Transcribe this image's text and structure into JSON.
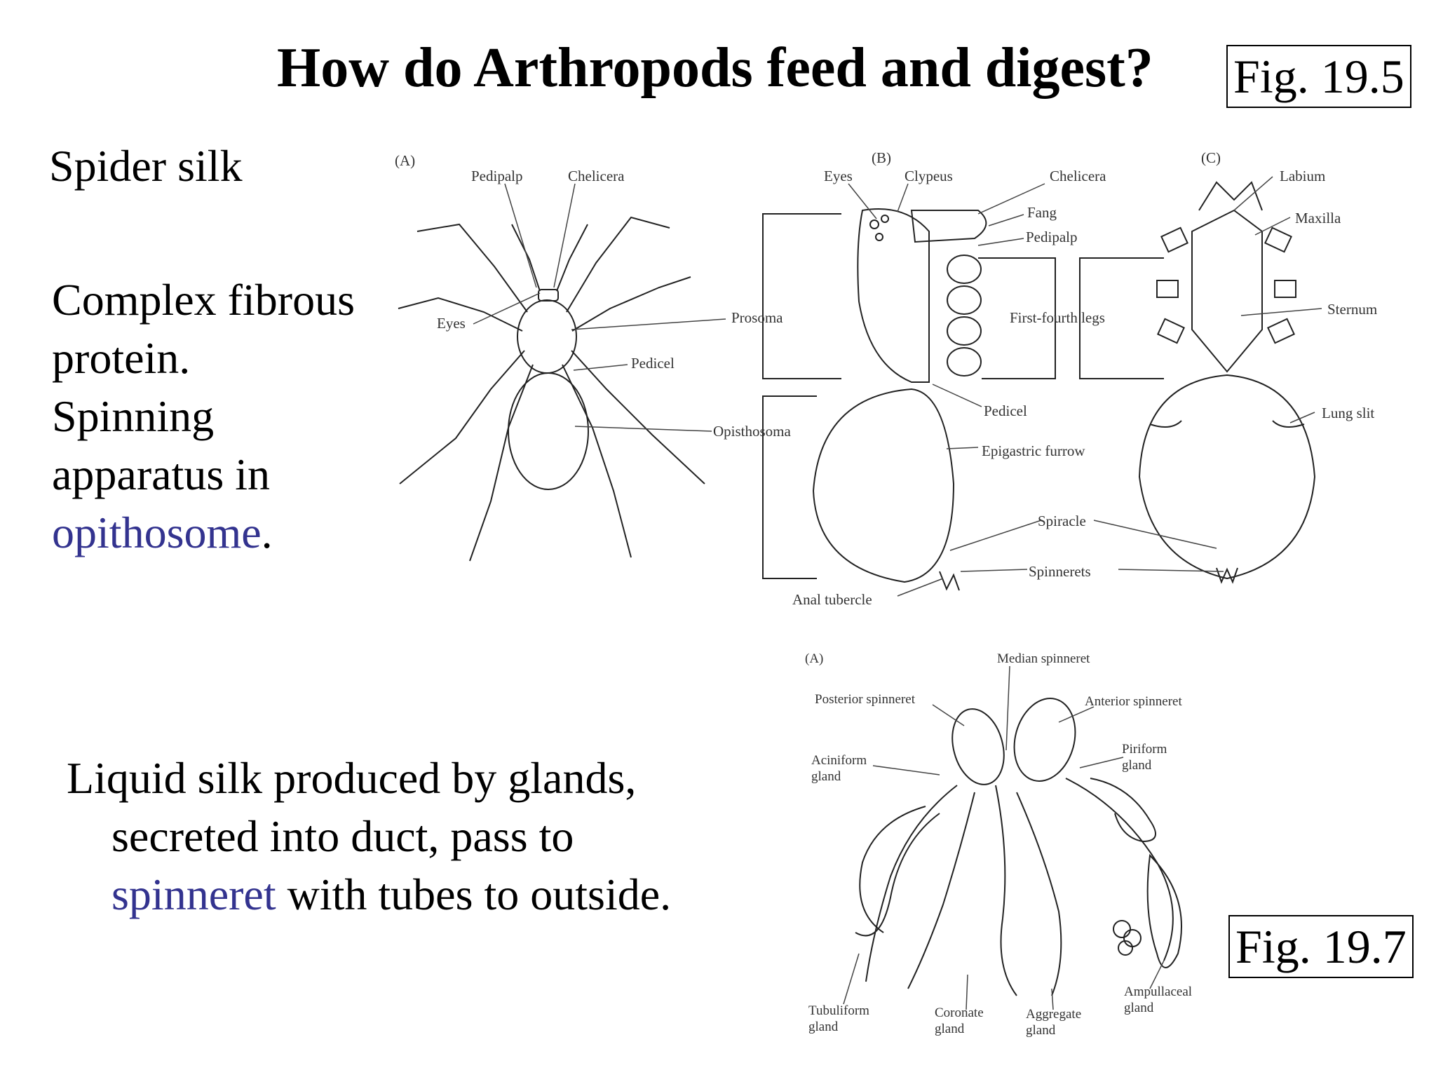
{
  "title": "How do Arthropods feed and digest?",
  "fig_top": "Fig. 19.5",
  "fig_bottom": "Fig. 19.7",
  "heading": "Spider silk",
  "para1": {
    "line1": "Complex fibrous",
    "line2": "protein.",
    "line3": "Spinning",
    "line4": "apparatus in",
    "highlight": "opithosome",
    "end": "."
  },
  "para2": {
    "line1": "Liquid silk produced by glands,",
    "line2": "secreted into duct, pass to",
    "highlight": "spinneret",
    "line3_rest": " with tubes to outside."
  },
  "diagram_top": {
    "panel_a": "(A)",
    "panel_b": "(B)",
    "panel_c": "(C)",
    "labels": {
      "pedipalp_a": "Pedipalp",
      "chelicera_a": "Chelicera",
      "eyes_a": "Eyes",
      "prosoma": "Prosoma",
      "pedicel_a": "Pedicel",
      "opisthosoma": "Opisthosoma",
      "eyes_b": "Eyes",
      "clypeus": "Clypeus",
      "chelicera_b": "Chelicera",
      "fang": "Fang",
      "pedipalp_b": "Pedipalp",
      "legs": "First-fourth legs",
      "pedicel_b": "Pedicel",
      "epigastric": "Epigastric furrow",
      "spiracle": "Spiracle",
      "spinnerets": "Spinnerets",
      "anal": "Anal tubercle",
      "labium": "Labium",
      "maxilla": "Maxilla",
      "sternum": "Sternum",
      "lung_slit": "Lung slit"
    }
  },
  "diagram_bottom": {
    "panel": "(A)",
    "labels": {
      "median": "Median spinneret",
      "posterior": "Posterior spinneret",
      "anterior": "Anterior spinneret",
      "aciniform_1": "Aciniform",
      "aciniform_2": "gland",
      "piriform_1": "Piriform",
      "piriform_2": "gland",
      "tubuliform_1": "Tubuliform",
      "tubuliform_2": "gland",
      "coronate_1": "Coronate",
      "coronate_2": "gland",
      "aggregate_1": "Aggregate",
      "aggregate_2": "gland",
      "ampullaceal_1": "Ampullaceal",
      "ampullaceal_2": "gland"
    }
  }
}
